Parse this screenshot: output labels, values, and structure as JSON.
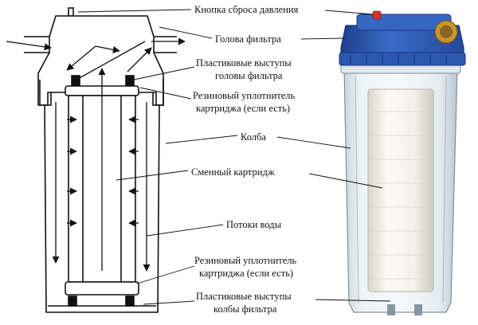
{
  "labels": {
    "reset_button": "Кнопка сброса давления",
    "filter_head": "Голова фильтра",
    "head_lugs_1": "Пластиковые выступы",
    "head_lugs_2": "головы фильтра",
    "seal_top_1": "Резиновый уплотнитель",
    "seal_top_2": "картриджа (если есть)",
    "flask": "Колба",
    "cartridge": "Сменный картридж",
    "water_flow": "Потоки воды",
    "seal_bottom_1": "Резиновый уплотнитель",
    "seal_bottom_2": "картриджа (если есть)",
    "flask_lugs_1": "Пластиковые выступы",
    "flask_lugs_2": "колбы фильтра"
  },
  "colors": {
    "outline": "#111111",
    "housing_blue": "#2f5fb8",
    "housing_blue_dark": "#1d3f8a",
    "brass": "#c8962e",
    "reset_red": "#d2322d",
    "flask_tint": "#e6eef4",
    "cartridge_white": "#f3f1ea"
  }
}
